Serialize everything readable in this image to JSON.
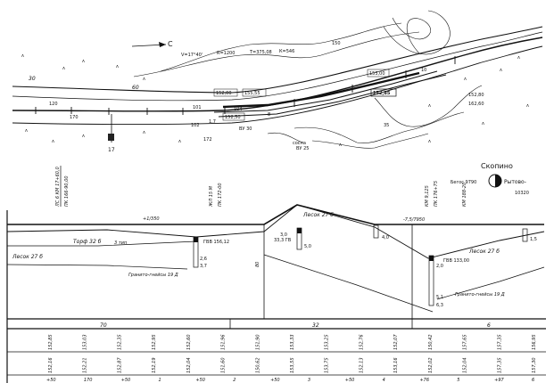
{
  "plan": {
    "north_arrow": "С",
    "curve_labels": [
      "V=17°40'",
      "R=1200",
      "T=375,08",
      "К=546"
    ],
    "contour_label": "150",
    "picket_labels": [
      "101",
      "102",
      "104",
      "120",
      "170",
      "30",
      "60"
    ],
    "station_km": "17",
    "station_box_labels": [
      "152,00",
      "155,55",
      "152,50",
      "153,00",
      "152,85"
    ],
    "other_labels": [
      "1,7",
      "172",
      "ВУ 30",
      "сосна",
      "ВУ 25",
      "8"
    ],
    "right_labels": [
      "152,80",
      "162,60",
      "10",
      "35"
    ]
  },
  "station": {
    "name": "Скопино",
    "left": "Бегос 9790",
    "right": "Рытово-",
    "right_km": "10320"
  },
  "vertical_markers": [
    "ЛС 6 КМ 17+60,0",
    "ПК 166-90,00",
    "ЖЛ 15 М",
    "ПК 172-00",
    "КМ 9,125",
    "ПК 176+75",
    "КМ 188-20"
  ],
  "profile": {
    "grade_left": "+1/350",
    "grade_right": "-7,5/7950",
    "layers": [
      {
        "name": "Торф 32 б"
      },
      {
        "name": "3 тип"
      },
      {
        "name": "Лесок 27 б"
      },
      {
        "name": "Гранито-гнейсы 19 Д"
      },
      {
        "name": "Лесок 27 б"
      },
      {
        "name": "Лесок 27 б"
      },
      {
        "name": "Гранито-гнейсы 19 Д"
      }
    ],
    "wells": [
      {
        "label": "ГВВ 156,12",
        "top": "2,6",
        "bottom": "3,7"
      },
      {
        "label": "33,3 ГВ",
        "top": "3,0",
        "bottom": "5,0"
      },
      {
        "label": "",
        "top": "",
        "bottom": "4,0"
      },
      {
        "label": "ГВВ 133,00",
        "top": "2,0",
        "bottom": "6,3",
        "mid": "5,1"
      },
      {
        "label": "",
        "top": "",
        "bottom": "1,5"
      }
    ],
    "side_label": "80"
  },
  "table": {
    "segments": [
      "70",
      "32",
      "6"
    ],
    "upper_row": [
      "152,85",
      "153,03",
      "152,35",
      "152,95",
      "152,60",
      "151,96",
      "151,90",
      "153,33",
      "153,25",
      "152,76",
      "152,07",
      "150,42",
      "157,65",
      "157,35",
      "156,95"
    ],
    "lower_row": [
      "152,16",
      "152,21",
      "152,87",
      "152,19",
      "152,04",
      "151,60",
      "150,62",
      "153,55",
      "153,75",
      "152,13",
      "153,16",
      "152,02",
      "152,04",
      "157,35",
      "157,30"
    ],
    "bottom_labels": [
      "+50",
      "170",
      "+50",
      "1",
      "+50",
      "2",
      "+50",
      "3",
      "+50",
      "4",
      "+76",
      "5",
      "+97",
      "6"
    ]
  }
}
